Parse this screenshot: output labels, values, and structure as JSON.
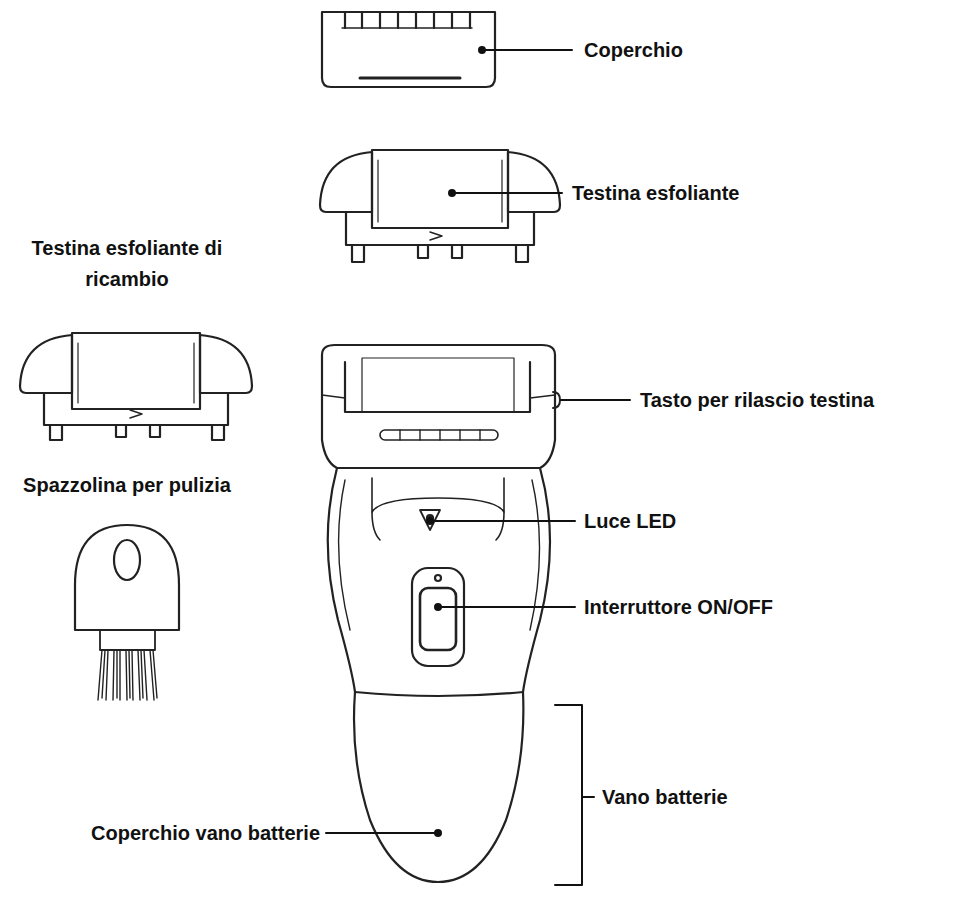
{
  "diagram": {
    "labels": [
      "Coperchio",
      "Testina esfoliante",
      "Testina esfoliante di ricambio",
      "Spazzolina per pulizia",
      "Tasto per rilascio testina",
      "Luce LED",
      "Interruttore ON/OFF",
      "Vano batterie",
      "Coperchio vano batterie"
    ]
  }
}
